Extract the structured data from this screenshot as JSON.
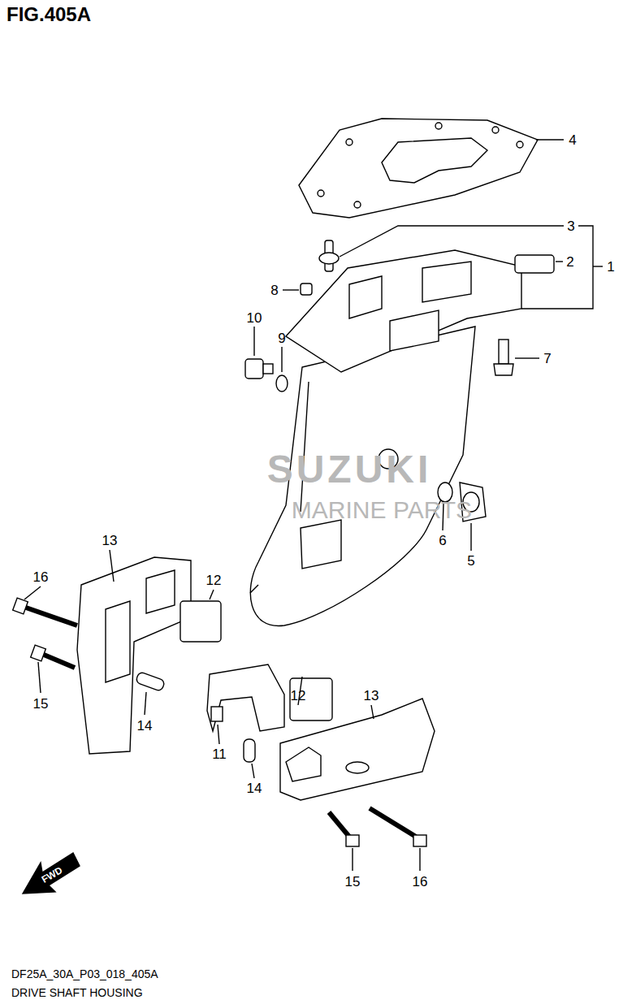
{
  "diagram": {
    "title": "FIG.405A",
    "caption": "DRIVE SHAFT HOUSING",
    "labels": [
      "4",
      "3",
      "2",
      "1",
      "8",
      "10",
      "9",
      "7",
      "SUZUKI",
      "MARINE PARTS",
      "6",
      "5",
      "13",
      "12",
      "16",
      "15",
      "14",
      "12",
      "13",
      "11",
      "14",
      "15",
      "16",
      "FWD",
      "DF25A_30A_P03_018_405A"
    ]
  }
}
